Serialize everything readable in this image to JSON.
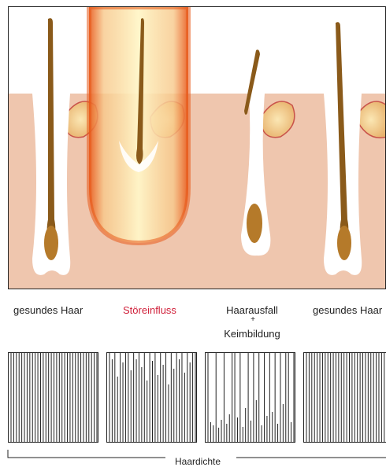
{
  "stages": [
    {
      "label": "gesundes Haar",
      "color": "#222222"
    },
    {
      "label": "Störeinfluss",
      "color": "#d0203a"
    },
    {
      "label": "Haarausfall",
      "plus": "+",
      "sub": "Keimbildung",
      "color": "#222222"
    },
    {
      "label": "gesundes Haar",
      "color": "#222222"
    }
  ],
  "axis": {
    "label": "Haardichte"
  },
  "colors": {
    "skin": "#efc6ae",
    "hair": "#8a5a1a",
    "glow": "#e8591a",
    "accent": "#d0203a"
  }
}
